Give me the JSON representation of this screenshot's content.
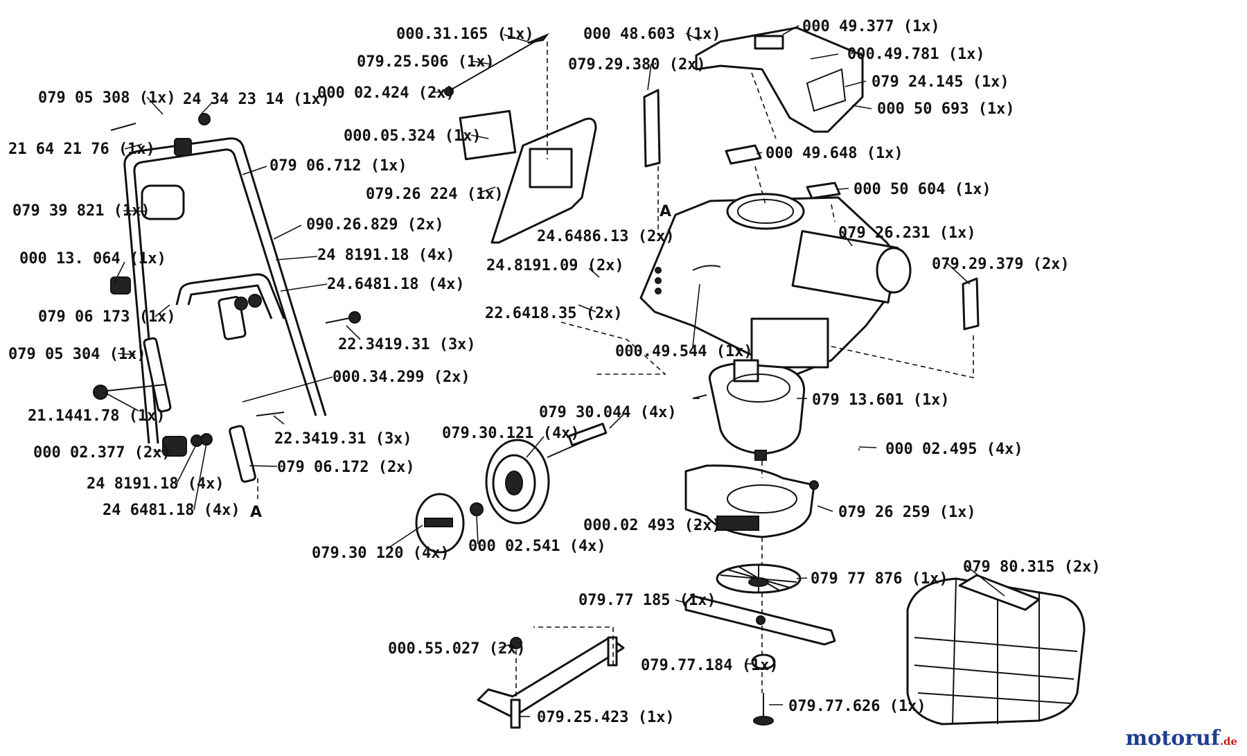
{
  "labels": {
    "p000_31_165": "000.31.165 (1x)",
    "p079_25_506": "079.25.506 (1x)",
    "p000_02_424": "000 02.424 (2x)",
    "p079_05_308": "079 05 308 (1x)",
    "p24_34_23_14": "24 34 23 14 (1x)",
    "p21_64_21_76": "21 64 21 76 (1x)",
    "p079_06_712": "079 06.712 (1x)",
    "p079_39_821": "079 39 821 (1x)",
    "p090_26_829": "090.26.829 (2x)",
    "p24_8191_18_a": "24 8191.18 (4x)",
    "p000_13_064": "000 13. 064 (1x)",
    "p24_6481_18_a": "24.6481.18 (4x)",
    "p079_06_173": "079 06 173 (1x)",
    "p22_3419_31_a": "22.3419.31 (3x)",
    "p079_05_304": "079 05 304 (1x)",
    "p000_34_299": "000.34.299 (2x)",
    "p21_1441_78": "21.1441.78 (1x)",
    "p22_3419_31_b": "22.3419.31 (3x)",
    "p000_02_377": "000 02.377 (2x)",
    "p079_06_172": "079 06.172 (2x)",
    "p24_8191_18_b": "24 8191.18 (4x)",
    "p24_6481_18_b": "24 6481.18 (4x)",
    "p000_05_324": "000.05.324 (1x)",
    "p079_26_224": "079.26 224 (1x)",
    "p079_29_380": "079.29.380 (2x)",
    "p000_48_603": "000 48.603 (1x)",
    "p000_49_377": "000 49.377 (1x)",
    "p000_49_781": "000.49.781 (1x)",
    "p079_24_145": "079 24.145 (1x)",
    "p000_50_693": "000 50 693 (1x)",
    "p000_49_648": "000 49.648 (1x)",
    "p000_50_604": "000 50 604 (1x)",
    "p079_26_231": "079 26.231 (1x)",
    "p24_6486_13": "24.6486.13 (2x)",
    "p079_29_379": "079.29.379 (2x)",
    "p24_8191_09": "24.8191.09 (2x)",
    "p22_6418_35": "22.6418.35 (2x)",
    "p000_49_544": "000.49.544 (1x)",
    "p079_13_601": "079 13.601 (1x)",
    "p079_30_044": "079 30.044 (4x)",
    "p079_30_121": "079.30.121 (4x)",
    "p000_02_495": "000 02.495 (4x)",
    "p000_02_493": "000.02 493 (2x)",
    "p079_26_259": "079 26 259 (1x)",
    "p079_30_120": "079.30 120 (4x)",
    "p000_02_541": "000 02.541 (4x)",
    "p079_77_876": "079 77 876 (1x)",
    "p079_80_315": "079 80.315 (2x)",
    "p079_77_185": "079.77 185 (1x)",
    "p000_55_027": "000.55.027 (2x)",
    "p079_77_184": "079.77.184 (1x)",
    "p079_77_626": "079.77.626 (1x)",
    "p079_25_423": "079.25.423 (1x)"
  },
  "markers": {
    "ref_top": "A",
    "ref_bottom": "A"
  },
  "watermark": {
    "name": "motoruf",
    "tld": ".de"
  },
  "colors": {
    "ink": "#111111",
    "brand": "#1f3f8f",
    "brand_tld": "#c0201a"
  }
}
